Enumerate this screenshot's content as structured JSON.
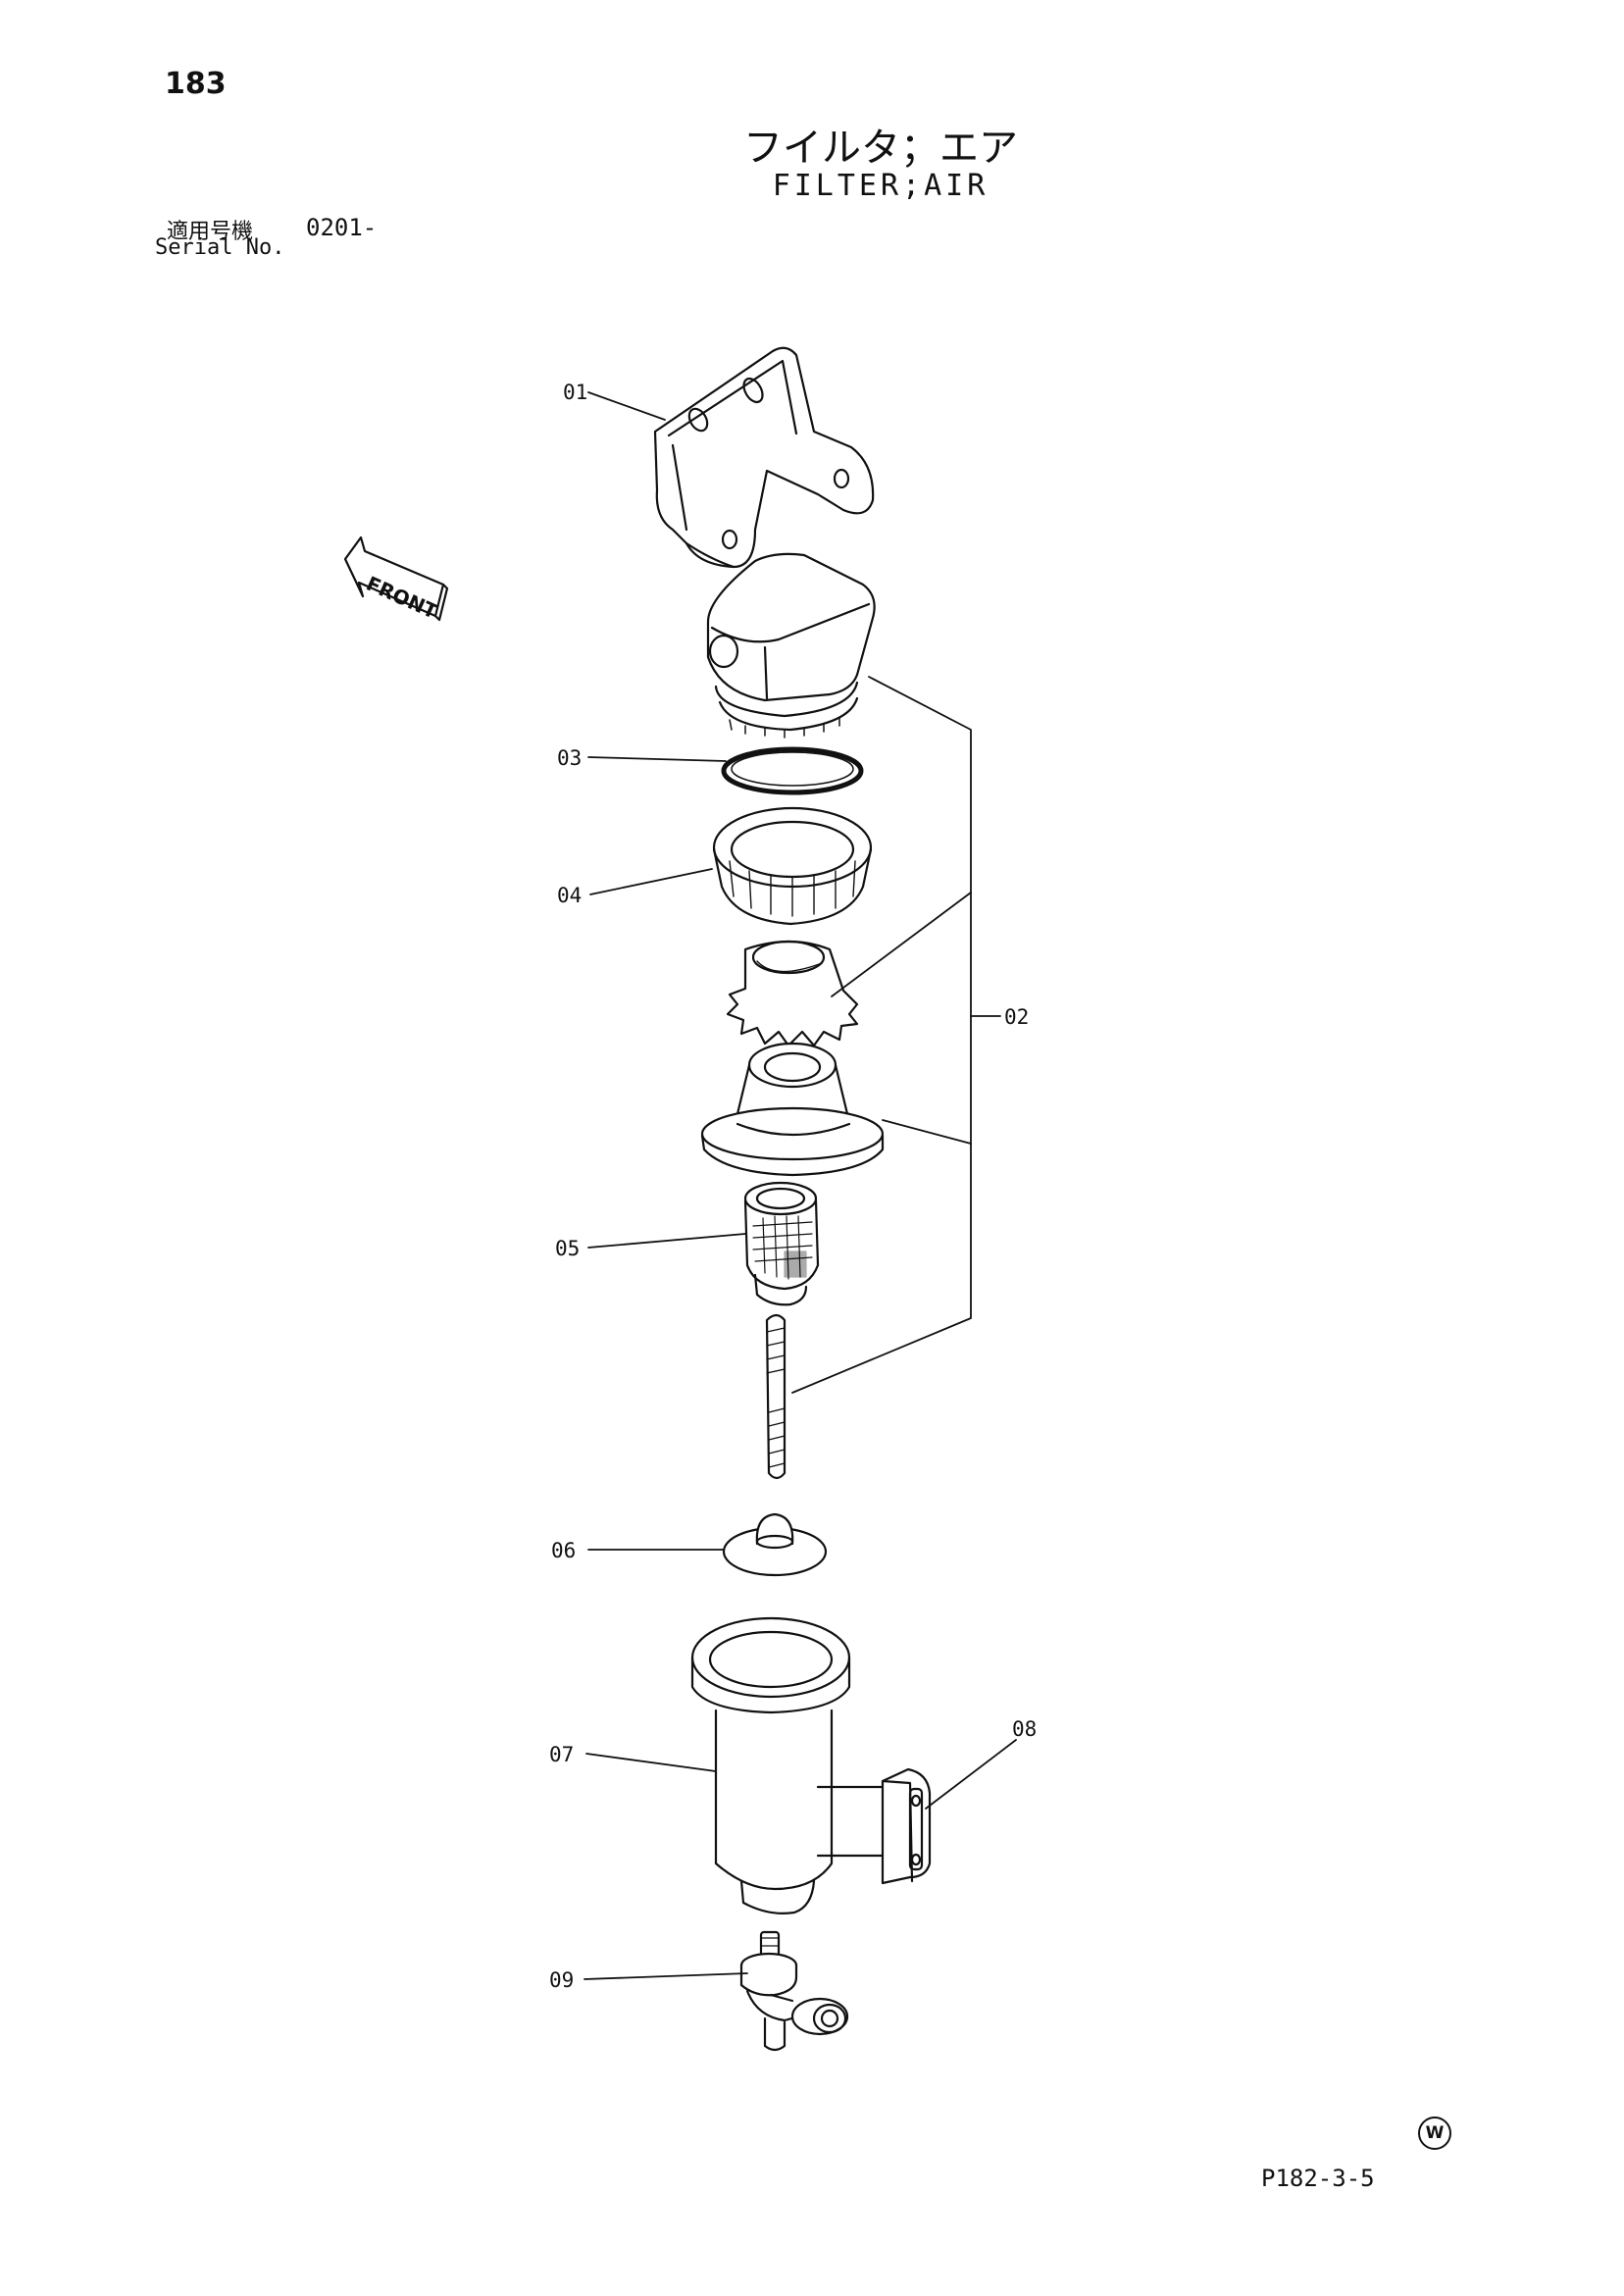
{
  "header": {
    "page_number": "183",
    "title_jp": "フイルタ；エア",
    "title_en": "FILTER;AIR",
    "serial_label_jp": "適用号機",
    "serial_range": "0201-",
    "serial_label_en": "Serial No."
  },
  "diagram": {
    "front_label": "FRONT",
    "callouts": [
      "01",
      "02",
      "03",
      "04",
      "05",
      "06",
      "07",
      "08",
      "09"
    ]
  },
  "footer": {
    "mark": "W",
    "drawing_code": "P182-3-5"
  }
}
